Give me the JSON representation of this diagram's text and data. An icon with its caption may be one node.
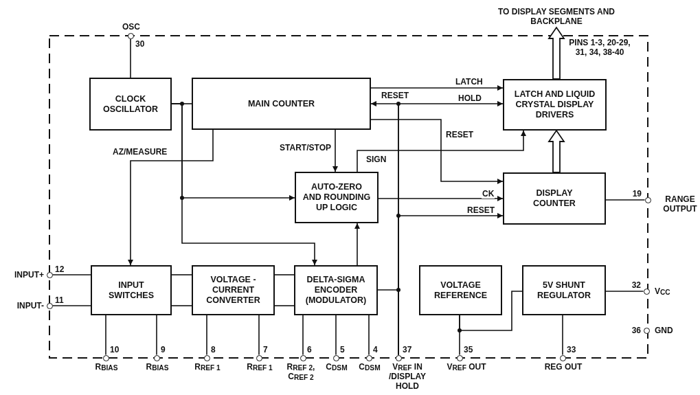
{
  "diagram": {
    "nodes": [
      {
        "text": [
          "CLOCK OSCILLATOR"
        ]
      },
      {
        "text": [
          "MAIN COUNTER"
        ]
      },
      {
        "text": [
          "LATCH AND LIQUID CRYSTAL DISPLAY DRIVERS"
        ]
      },
      {
        "text": [
          "AUTO-ZERO AND ROUNDING UP LOGIC"
        ]
      },
      {
        "text": [
          "DISPLAY COUNTER"
        ]
      },
      {
        "text": [
          "INPUT SWITCHES"
        ]
      },
      {
        "text": [
          "VOLTAGE -CURRENT CONVERTER"
        ]
      },
      {
        "text": [
          "DELTA-SIGMA ENCODER (MODULATOR)"
        ]
      },
      {
        "text": [
          "VOLTAGE REFERENCE"
        ]
      },
      {
        "text": [
          "5V SHUNT REGULATOR"
        ]
      },
      {
        "text": [
          "OSC"
        ],
        "beside": [
          "30"
        ]
      },
      {
        "text": [
          "INPUT+"
        ],
        "beside": [
          "12"
        ]
      },
      {
        "text": [
          "INPUT-"
        ],
        "beside": [
          "11"
        ]
      },
      {
        "text": [
          "R$_{BIAS}$"
        ],
        "beside": [
          "10"
        ]
      },
      {
        "text": [
          "R$_{BIAS}$"
        ],
        "beside": [
          "9"
        ]
      },
      {
        "text": [
          "R$_{REF 1}$"
        ],
        "beside": [
          "8"
        ]
      },
      {
        "text": [
          "R$_{REF 1}$"
        ],
        "beside": [
          "7"
        ]
      },
      {
        "text": [
          "R$_{REF 2}$, C$_{REF 2}$"
        ],
        "beside": [
          "6"
        ]
      },
      {
        "text": [
          "C$_{DSM}$"
        ],
        "beside": [
          "5"
        ]
      },
      {
        "text": [
          "C$_{DSM}$"
        ],
        "beside": [
          "4"
        ]
      },
      {
        "text": [
          "V$_{REF}$ IN /DISPLAY HOLD"
        ],
        "beside": [
          "37"
        ]
      },
      {
        "text": [
          "V$_{REF}$ OUT"
        ],
        "beside": [
          "35"
        ]
      },
      {
        "text": [
          "REG OUT"
        ],
        "beside": [
          "33"
        ]
      },
      {
        "text": [
          "GND"
        ],
        "beside": [
          "36"
        ]
      },
      {
        "text": [
          "V$_{CC}$"
        ],
        "beside": [
          "32"
        ]
      },
      {
        "text": [
          "RANGE OUTPUT"
        ],
        "beside": [
          "19"
        ]
      },
      {
        "text": [
          "TO DISPLAY SEGMENTS AND BACKPLANE"
        ]
      }
    ],
    "edges": [
      {
        "from": 10,
        "to": 0,
        "arrow": "none"
      },
      {
        "from": 0,
        "to": 1,
        "arrow": "none"
      },
      {
        "from": 0,
        "to": 3,
        "arrow": "to"
      },
      {
        "from": 0,
        "to": 7,
        "arrow": "to"
      },
      {
        "from": 1,
        "to": 5,
        "arrow": "to",
        "label": "AZ/MEASURE"
      },
      {
        "from": 1,
        "to": 3,
        "arrow": "to",
        "label": "START/STOP"
      },
      {
        "from": 1,
        "to": 2,
        "arrow": "to",
        "label": "LATCH"
      },
      {
        "from": 20,
        "to": 2,
        "arrow": "to",
        "label": "HOLD"
      },
      {
        "from": 20,
        "to": 1,
        "arrow": "to",
        "label": "RESET"
      },
      {
        "from": 1,
        "to": 4,
        "arrow": "to",
        "label": "RESET"
      },
      {
        "from": 3,
        "to": 2,
        "arrow": "to",
        "label": "SIGN"
      },
      {
        "from": 3,
        "to": 4,
        "arrow": "to",
        "label": "CK"
      },
      {
        "from": 20,
        "to": 4,
        "arrow": "to",
        "label": "RESET"
      },
      {
        "from": 7,
        "to": 3,
        "arrow": "to"
      },
      {
        "from": 4,
        "to": 2,
        "arrow": "to",
        "style": "thick"
      },
      {
        "from": 2,
        "to": 26,
        "arrow": "to",
        "style": "thick"
      },
      {
        "from": 4,
        "to": 25,
        "arrow": "none"
      },
      {
        "from": 11,
        "to": 5,
        "arrow": "none"
      },
      {
        "from": 12,
        "to": 5,
        "arrow": "none"
      },
      {
        "from": 5,
        "to": 6,
        "arrow": "none"
      },
      {
        "from": 5,
        "to": 6,
        "arrow": "none"
      },
      {
        "from": 6,
        "to": 7,
        "arrow": "none"
      },
      {
        "from": 6,
        "to": 7,
        "arrow": "none"
      },
      {
        "from": 5,
        "to": 13,
        "arrow": "none"
      },
      {
        "from": 5,
        "to": 14,
        "arrow": "none"
      },
      {
        "from": 6,
        "to": 15,
        "arrow": "none"
      },
      {
        "from": 6,
        "to": 16,
        "arrow": "none"
      },
      {
        "from": 7,
        "to": 17,
        "arrow": "none"
      },
      {
        "from": 7,
        "to": 18,
        "arrow": "none"
      },
      {
        "from": 7,
        "to": 19,
        "arrow": "none"
      },
      {
        "from": 7,
        "to": 20,
        "arrow": "none"
      },
      {
        "from": 8,
        "to": 21,
        "arrow": "none"
      },
      {
        "from": 8,
        "to": 9,
        "arrow": "none"
      },
      {
        "from": 9,
        "to": 22,
        "arrow": "none"
      },
      {
        "from": 9,
        "to": 24,
        "arrow": "none"
      }
    ],
    "labels": [
      "PINS 1-3, 20-29, 31, 34, 38-40"
    ]
  }
}
